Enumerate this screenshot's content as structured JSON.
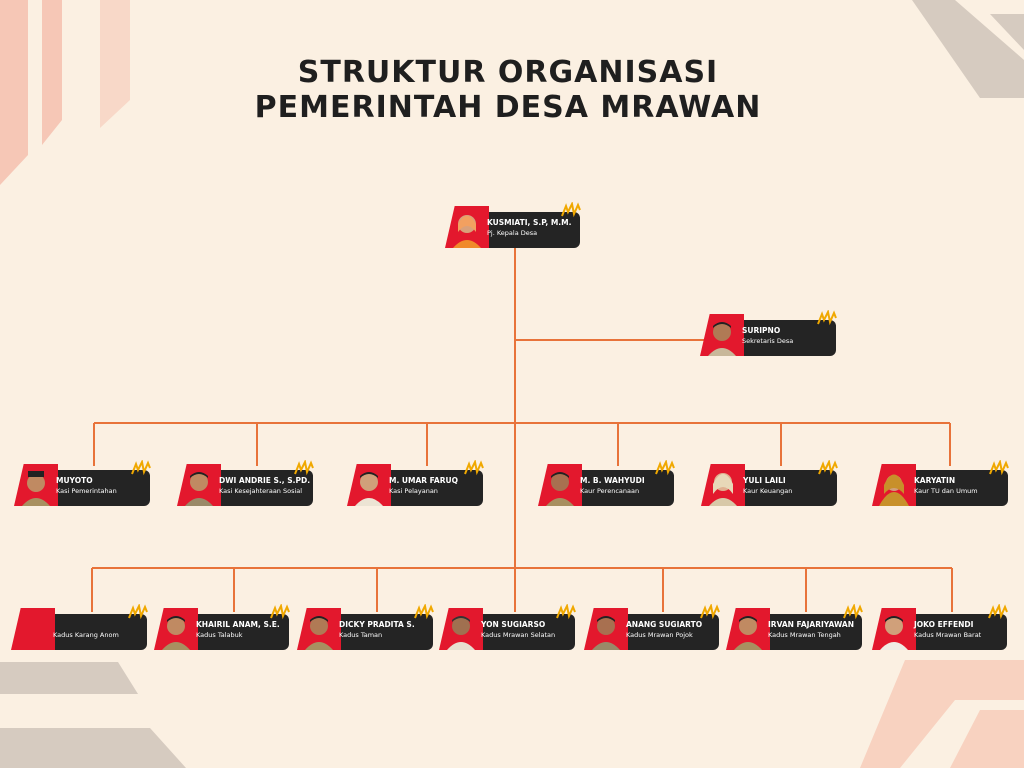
{
  "title_line1": "STRUKTUR ORGANISASI",
  "title_line2": "PEMERINTAH DESA MRAWAN",
  "colors": {
    "background": "#fbf0e2",
    "card": "#242424",
    "accent_red": "#e3182d",
    "line": "#e8733a",
    "mark": "#f0a800"
  },
  "head": {
    "name": "KUSMIATI, S.P, M.M.",
    "role": "Pj. Kepala Desa"
  },
  "secretary": {
    "name": "SURIPNO",
    "role": "Sekretaris Desa"
  },
  "staff": [
    {
      "name": "MUYOTO",
      "role": "Kasi Pemerintahan"
    },
    {
      "name": "DWI ANDRIE S., S.PD.",
      "role": "Kasi Kesejahteraan Sosial"
    },
    {
      "name": "M. UMAR FARUQ",
      "role": "Kasi Pelayanan"
    },
    {
      "name": "M. B. WAHYUDI",
      "role": "Kaur Perencanaan"
    },
    {
      "name": "YULI LAILI",
      "role": "Kaur Keuangan"
    },
    {
      "name": "KARYATIN",
      "role": "Kaur TU dan Umum"
    }
  ],
  "hamlets": [
    {
      "name": "",
      "role": "Kadus Karang Anom"
    },
    {
      "name": "KHAIRIL ANAM, S.E.",
      "role": "Kadus Talabuk"
    },
    {
      "name": "DICKY PRADITA S.",
      "role": "Kadus Taman"
    },
    {
      "name": "YON SUGIARSO",
      "role": "Kadus Mrawan Selatan"
    },
    {
      "name": "ANANG SUGIARTO",
      "role": "Kadus Mrawan Pojok"
    },
    {
      "name": "IRVAN FAJARIYAWAN",
      "role": "Kadus Mrawan Tengah"
    },
    {
      "name": "JOKO EFFENDI",
      "role": "Kadus Mrawan Barat"
    }
  ]
}
